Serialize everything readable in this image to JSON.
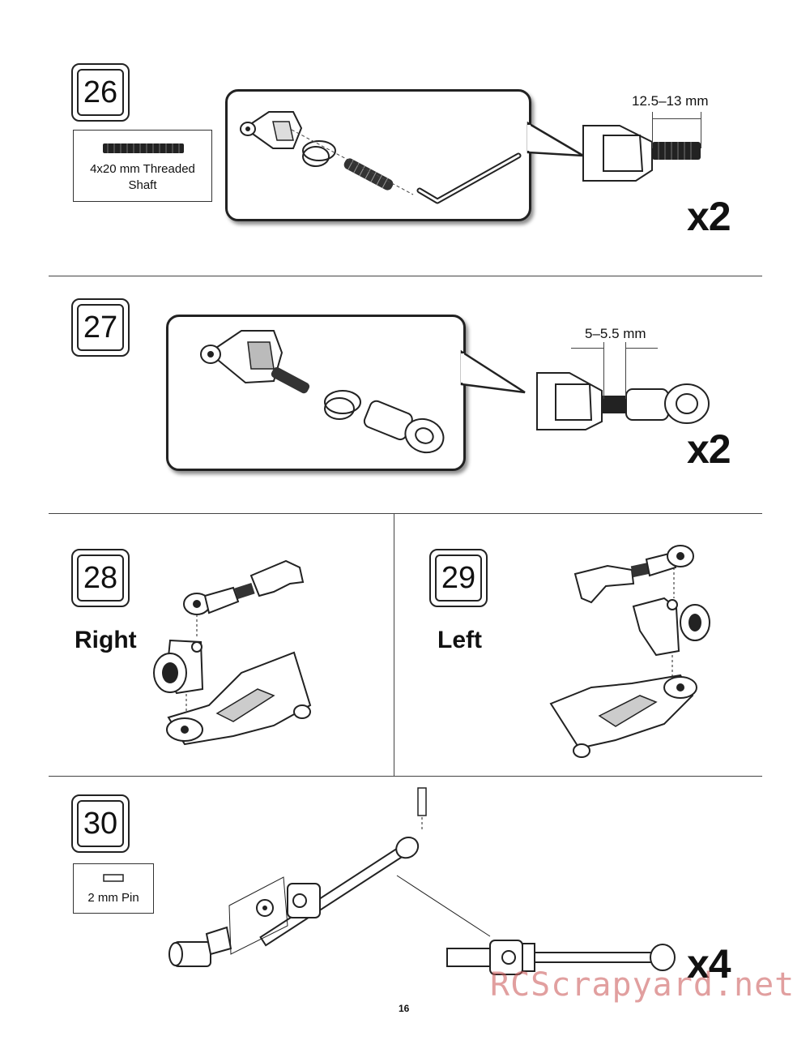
{
  "page_number": "16",
  "watermark": "RCScrapyard.net",
  "steps": {
    "s26": {
      "number": "26",
      "part_label": "4x20 mm Threaded Shaft",
      "dimension": "12.5–13 mm",
      "multiplier": "x2"
    },
    "s27": {
      "number": "27",
      "dimension": "5–5.5 mm",
      "multiplier": "x2"
    },
    "s28": {
      "number": "28",
      "side": "Right"
    },
    "s29": {
      "number": "29",
      "side": "Left"
    },
    "s30": {
      "number": "30",
      "part_label": "2 mm Pin",
      "multiplier": "x4"
    }
  },
  "icons": {
    "s26": [
      "threaded-shaft-icon",
      "rod-end-cup-icon",
      "shock-boot-icon",
      "hex-wrench-icon"
    ],
    "s27": [
      "rod-end-cup-icon",
      "ball-link-icon"
    ],
    "s28": [
      "suspension-arm-icon",
      "steering-knuckle-icon",
      "turnbuckle-icon"
    ],
    "s30": [
      "driveshaft-icon",
      "universal-joint-icon",
      "pin-icon"
    ]
  }
}
